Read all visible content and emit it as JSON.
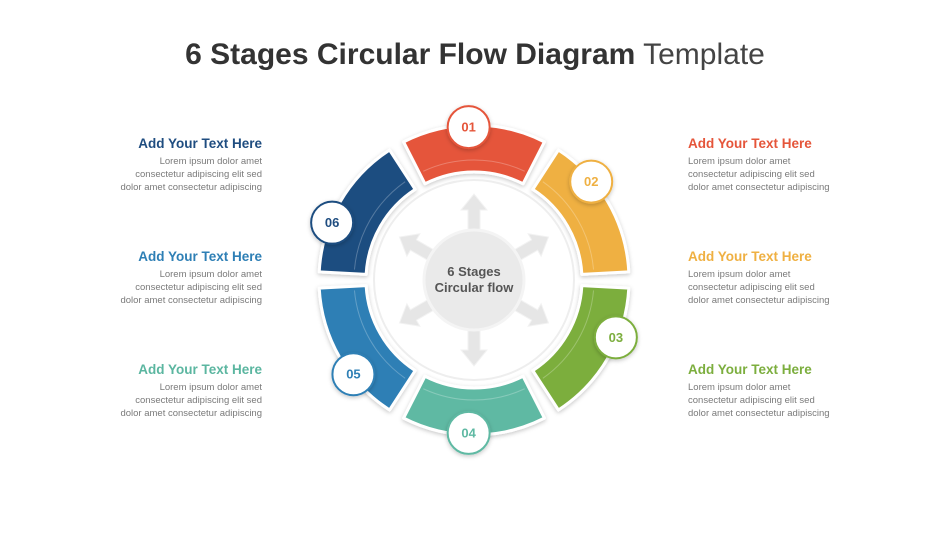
{
  "title": {
    "bold": "6 Stages Circular Flow Diagram",
    "light": "Template"
  },
  "center": {
    "line1": "6 Stages",
    "line2": "Circular flow"
  },
  "colors": {
    "01": "#e5553a",
    "02": "#efb042",
    "03": "#7cae3e",
    "04": "#5fb9a3",
    "05": "#2e7fb5",
    "06": "#1f4d80",
    "block_05": "#5bb6a0"
  },
  "stages": [
    {
      "number": "01",
      "color": "#e5553a"
    },
    {
      "number": "02",
      "color": "#efb042"
    },
    {
      "number": "03",
      "color": "#7cae3e"
    },
    {
      "number": "04",
      "color": "#5fb9a3"
    },
    {
      "number": "05",
      "color": "#2e7fb5"
    },
    {
      "number": "06",
      "color": "#1f4d80"
    }
  ],
  "blocks": {
    "top_left": {
      "heading": "Add Your Text Here",
      "color": "#1f4d80",
      "lines": [
        "Lorem ipsum dolor amet",
        "consectetur adipiscing elit sed",
        "dolor amet consectetur adipiscing"
      ]
    },
    "mid_left": {
      "heading": "Add Your Text Here",
      "color": "#2e7fb5",
      "lines": [
        "Lorem ipsum dolor amet",
        "consectetur adipiscing elit sed",
        "dolor amet consectetur adipiscing"
      ]
    },
    "bottom_left": {
      "heading": "Add Your Text Here",
      "color": "#5bb6a0",
      "lines": [
        "Lorem ipsum dolor amet",
        "consectetur adipiscing elit sed",
        "dolor amet consectetur adipiscing"
      ]
    },
    "top_right": {
      "heading": "Add Your Text Here",
      "color": "#e5553a",
      "lines": [
        "Lorem ipsum dolor amet",
        "consectetur adipiscing elit sed",
        "dolor amet consectetur adipiscing"
      ]
    },
    "mid_right": {
      "heading": "Add Your Text Here",
      "color": "#efb042",
      "lines": [
        "Lorem ipsum dolor amet",
        "consectetur adipiscing elit sed",
        "dolor amet consectetur adipiscing"
      ]
    },
    "bottom_right": {
      "heading": "Add Your Text Here",
      "color": "#7cae3e",
      "lines": [
        "Lorem ipsum dolor amet",
        "consectetur adipiscing elit sed",
        "dolor amet consectetur adipiscing"
      ]
    }
  }
}
